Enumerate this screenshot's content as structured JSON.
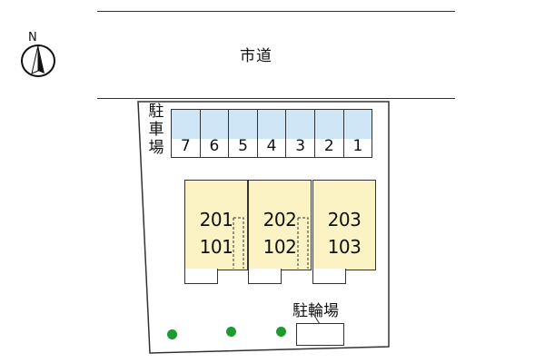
{
  "compass": {
    "letter": "N"
  },
  "road": {
    "label": "市道"
  },
  "parking": {
    "label": "駐車場",
    "spaces": [
      "7",
      "6",
      "5",
      "4",
      "3",
      "2",
      "1"
    ]
  },
  "units": [
    {
      "upper": "201",
      "lower": "101"
    },
    {
      "upper": "202",
      "lower": "102"
    },
    {
      "upper": "203",
      "lower": "103"
    }
  ],
  "bicycle_parking": {
    "label": "駐輪場"
  },
  "colors": {
    "parking_fill": "#cfe6f6",
    "unit_fill": "#fbf3c4",
    "tree": "#1f9a2f"
  }
}
